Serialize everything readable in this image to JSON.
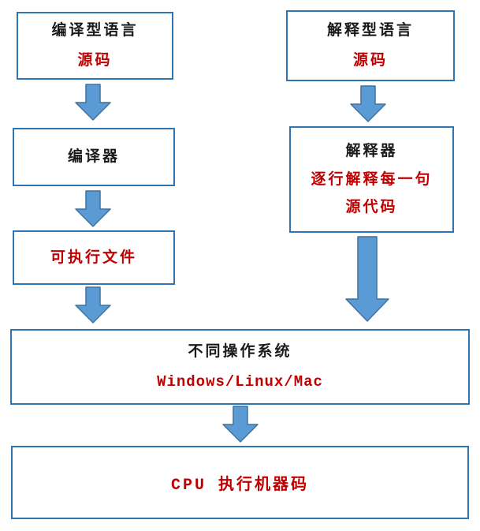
{
  "palette": {
    "background": "#FFFFFF",
    "border_blue": "#2E75B6",
    "arrow_fill": "#5B9BD5",
    "arrow_edge": "#41719C",
    "text_black": "#1A1A1A",
    "text_red": "#C00000"
  },
  "nodes": {
    "compiled_lang": {
      "title": "编译型语言",
      "subtitle": "源码"
    },
    "compiler": {
      "title": "编译器"
    },
    "executable": {
      "title": "可执行文件"
    },
    "interpreted_lang": {
      "title": "解释型语言",
      "subtitle": "源码"
    },
    "interpreter": {
      "title": "解释器",
      "line2": "逐行解释每一句",
      "line3": "源代码"
    },
    "os": {
      "title": "不同操作系统",
      "subtitle": "Windows/Linux/Mac"
    },
    "cpu": {
      "title": "CPU 执行机器码"
    }
  },
  "icons": {
    "down_arrow": "⬇"
  }
}
